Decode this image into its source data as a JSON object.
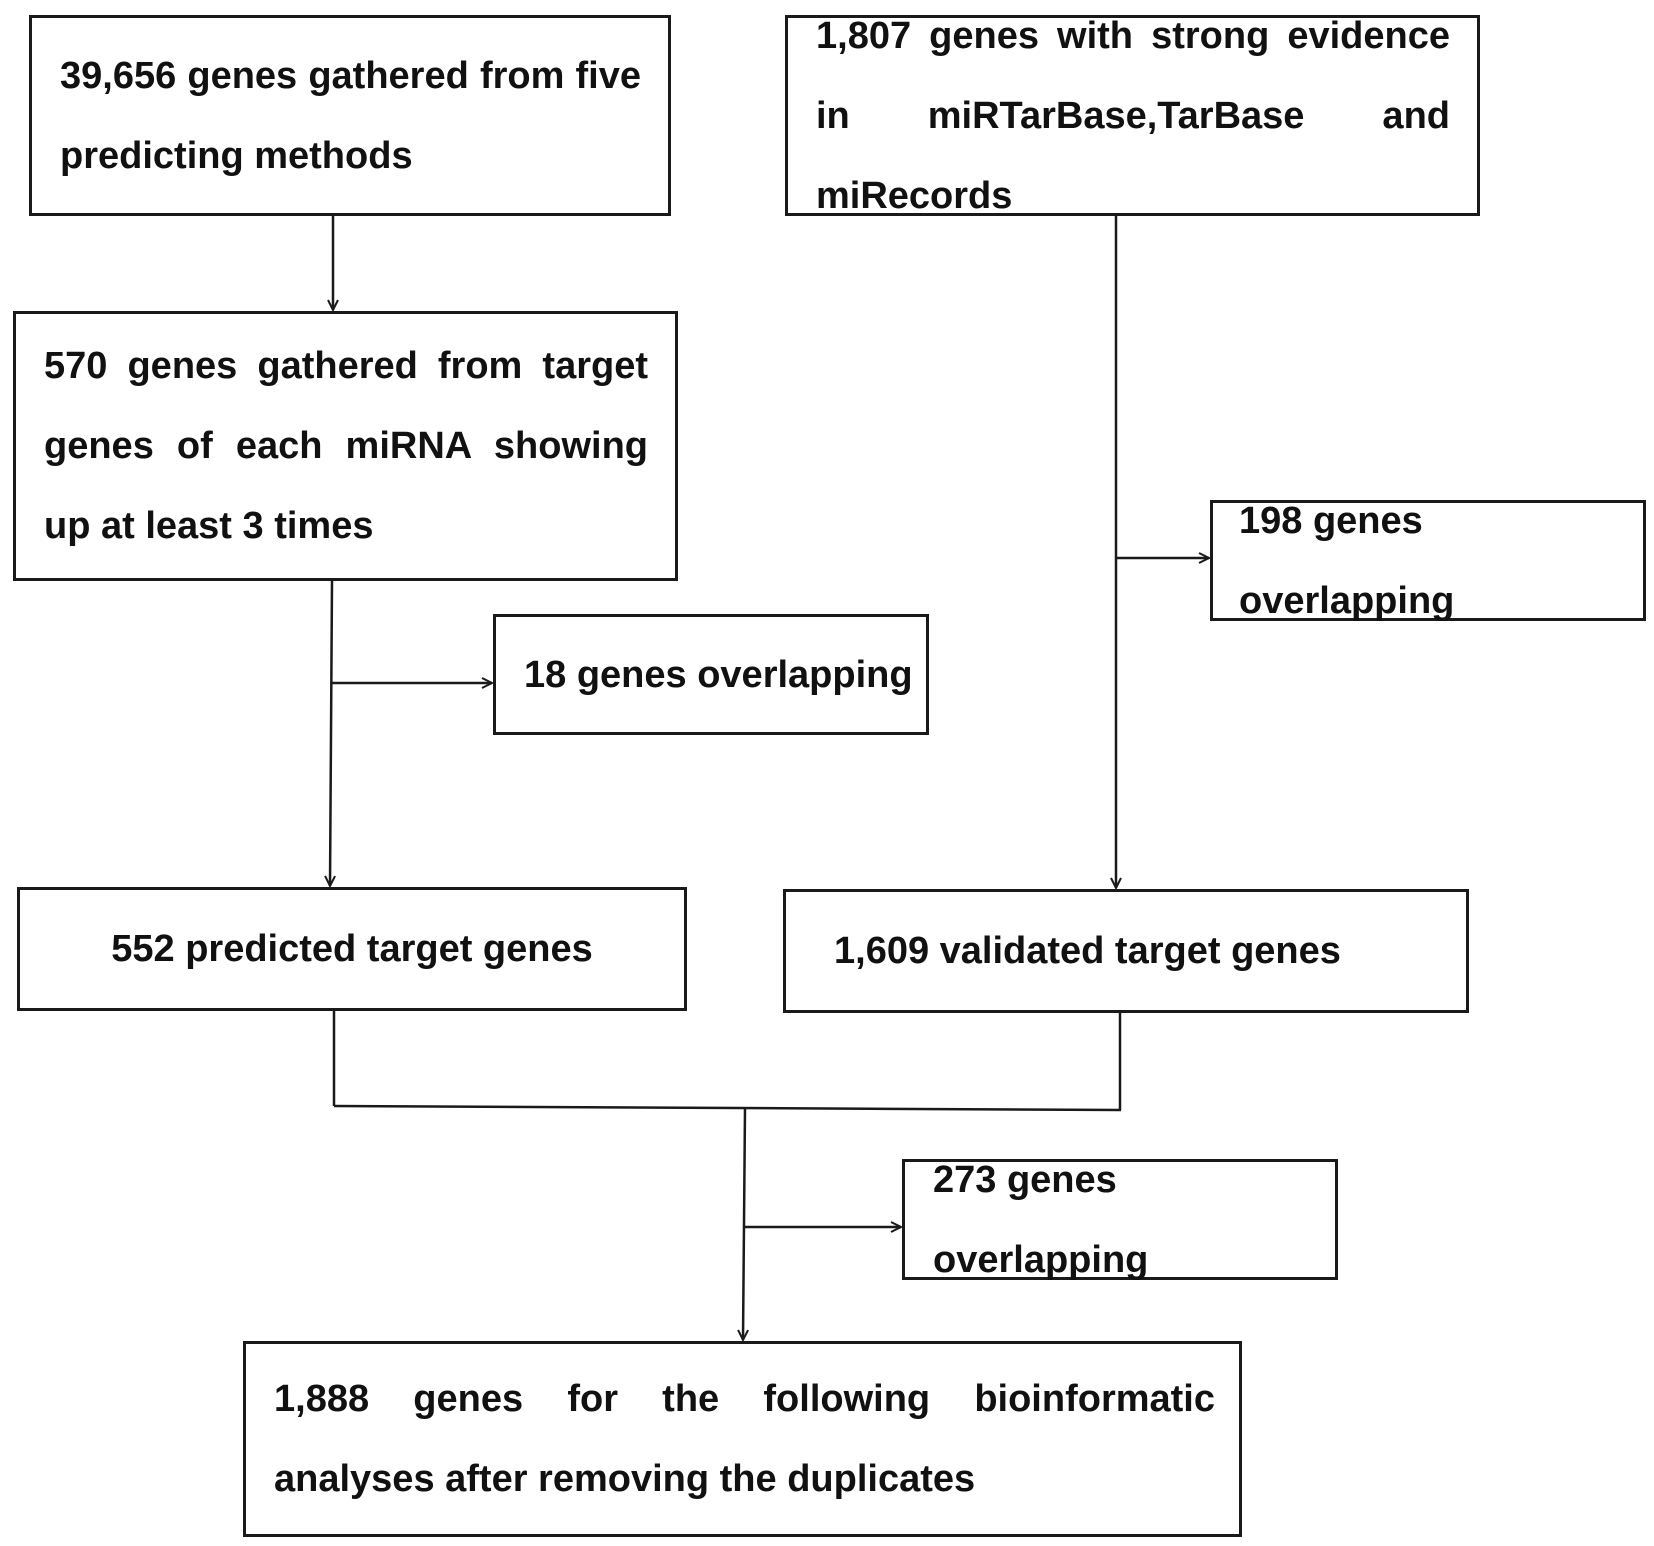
{
  "boxes": {
    "predicted_methods": "39,656 genes gathered from five predicting methods",
    "strong_evidence": "1,807 genes with strong evidence in miRTarBase,TarBase and miRecords",
    "gathered_570": "570 genes gathered from target genes of each miRNA showing up at least 3 times",
    "overlap_198": "198 genes overlapping",
    "overlap_18": "18 genes overlapping",
    "predicted_552": "552 predicted target genes",
    "validated_1609": "1,609 validated target genes",
    "overlap_273": "273 genes overlapping",
    "final_1888": "1,888 genes for the following bioinformatic analyses after removing the duplicates"
  },
  "colors": {
    "line": "#1a1a1a",
    "text": "#111111",
    "background": "#ffffff"
  }
}
